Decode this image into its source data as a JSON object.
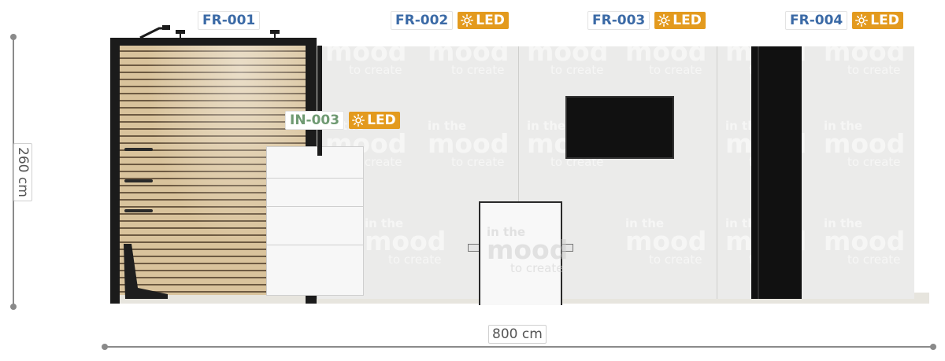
{
  "dimensions": {
    "height": "260 cm",
    "width": "800 cm"
  },
  "tags": [
    {
      "code": "FR-001",
      "led": false,
      "led_label": ""
    },
    {
      "code": "FR-002",
      "led": true,
      "led_label": "LED"
    },
    {
      "code": "FR-003",
      "led": true,
      "led_label": "LED"
    },
    {
      "code": "FR-004",
      "led": true,
      "led_label": "LED"
    },
    {
      "code": "IN-003",
      "led": true,
      "led_label": "LED"
    }
  ],
  "wall_print": {
    "line1": "in the",
    "line2": "mood",
    "line3": "to create"
  },
  "colors": {
    "code_blue": "#3b6aa6",
    "code_green": "#6f9a72",
    "led_badge": "#e39a1e",
    "frame_black": "#1b1b1b",
    "wall": "#ebebea"
  },
  "icons": {
    "led": "sun-icon"
  }
}
